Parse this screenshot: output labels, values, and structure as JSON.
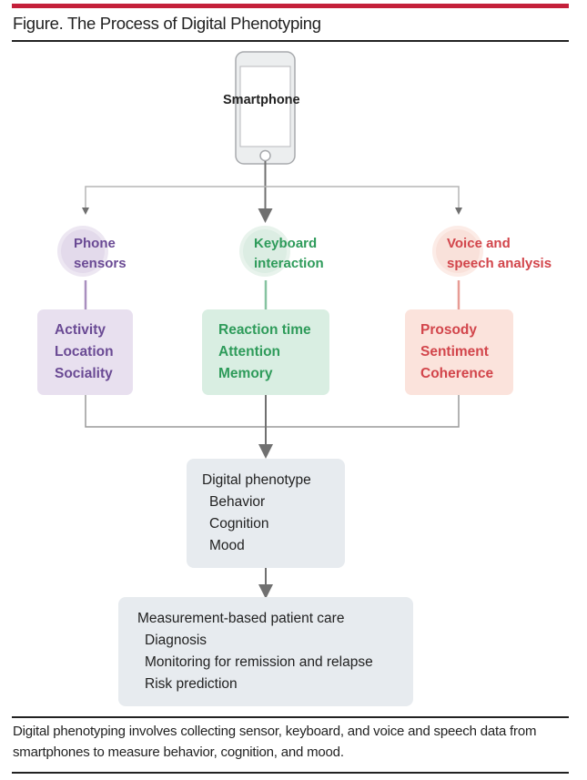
{
  "figure": {
    "title": "Figure. The Process of Digital Phenotyping",
    "accent_color": "#c4203a",
    "source": {
      "label": "Smartphone",
      "icon": "smartphone-icon"
    },
    "branches": [
      {
        "label_line1": "Phone",
        "label_line2": "sensors",
        "color": "#6a4a94",
        "box_color": "#e8e0ef",
        "items": [
          "Activity",
          "Location",
          "Sociality"
        ]
      },
      {
        "label_line1": "Keyboard",
        "label_line2": "interaction",
        "color": "#2e9b5a",
        "box_color": "#d9eee2",
        "items": [
          "Reaction time",
          "Attention",
          "Memory"
        ]
      },
      {
        "label_line1": "Voice and",
        "label_line2": "speech analysis",
        "color": "#d2454b",
        "box_color": "#fbe3dc",
        "items": [
          "Prosody",
          "Sentiment",
          "Coherence"
        ]
      }
    ],
    "phenotype": {
      "heading": "Digital phenotype",
      "items": [
        "Behavior",
        "Cognition",
        "Mood"
      ]
    },
    "care": {
      "heading": "Measurement-based patient care",
      "items": [
        "Diagnosis",
        "Monitoring for remission and relapse",
        "Risk prediction"
      ]
    },
    "caption": "Digital phenotyping involves collecting sensor, keyboard, and voice and speech data from smartphones to measure behavior, cognition, and mood."
  }
}
